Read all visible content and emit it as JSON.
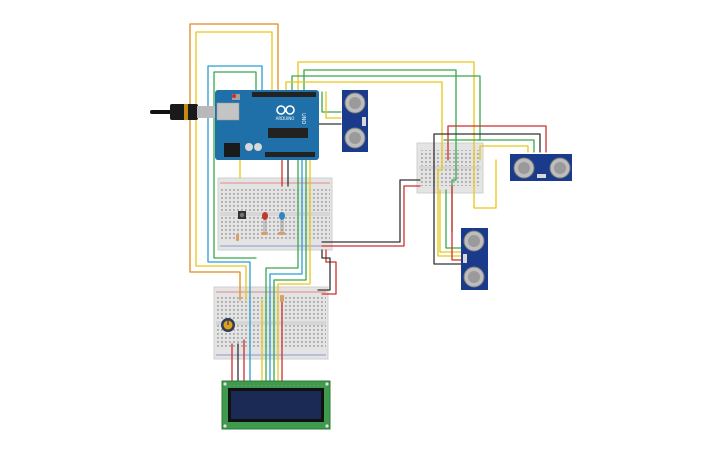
{
  "board": {
    "brand_text": "ARDUINO",
    "model_text": "UNO",
    "color": "#1f6fa8"
  },
  "sensors": [
    {
      "name": "ultrasonic-sensor-top",
      "color": "#1a3a8c"
    },
    {
      "name": "ultrasonic-sensor-right",
      "color": "#1a3a8c"
    },
    {
      "name": "ultrasonic-sensor-bottom",
      "color": "#1a3a8c"
    }
  ],
  "leds": [
    {
      "name": "red-led",
      "color": "#c0392b"
    },
    {
      "name": "blue-led",
      "color": "#2e86c1"
    }
  ],
  "lcd": {
    "frame_color": "#3e9a4c",
    "screen_color": "#1b2a55"
  },
  "wire_colors": {
    "orange": "#e08a1e",
    "yellow": "#e6c619",
    "green": "#3aa84a",
    "blue": "#2a9fd0",
    "red": "#d12c2c",
    "black": "#333333"
  }
}
